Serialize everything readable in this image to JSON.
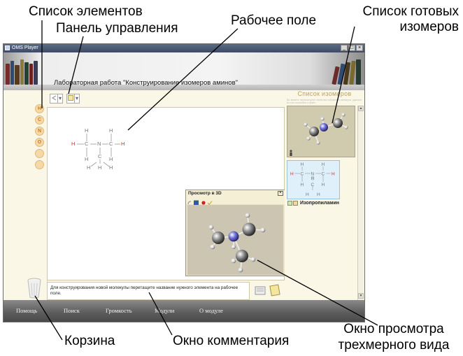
{
  "callouts": {
    "element_list": "Список элементов",
    "control_panel": "Панель управления",
    "work_field": "Рабочее поле",
    "ready_isomers_1": "Список готовых",
    "ready_isomers_2": "изомеров",
    "trash": "Корзина",
    "comment_window": "Окно комментария",
    "view3d_1": "Окно просмотра",
    "view3d_2": "трехмерного вида"
  },
  "window": {
    "title": "OMS Player",
    "minimize": "_",
    "maximize": "□",
    "close": "×"
  },
  "header": {
    "lab_title": "Лабораторная работа \"Конструирование изомеров аминов\""
  },
  "elements": [
    "H",
    "C",
    "N",
    "O"
  ],
  "toolbar": {
    "arrow_icon": "arrow-icon",
    "frame_icon": "frame-icon",
    "dropdown": "▾"
  },
  "molecule": {
    "atoms": [
      "H",
      "H",
      "H",
      "H",
      "H",
      "H",
      "H",
      "H",
      "H",
      "C",
      "C",
      "C",
      "N"
    ]
  },
  "view3d": {
    "title": "Просмотр в 3D",
    "close": "×"
  },
  "isomer_panel": {
    "title": "Список изомеров",
    "hint": "Вы можете пересмотреть свойства собранных изомеров, удалить их или сохранить в файл.",
    "isomer2_name": "Изопропиламин",
    "iso2_atoms": [
      "H",
      "C",
      "N",
      "C",
      "H",
      "H",
      "H",
      "H",
      "H",
      "H",
      "C",
      "H",
      "H"
    ]
  },
  "comment": {
    "text": "Для конструирования новой молекулы перетащите название нужного элемента на рабочее поле."
  },
  "nav": {
    "help": "Помощь",
    "search": "Поиск",
    "volume": "Громкость",
    "modules": "Модули",
    "about": "О модуле"
  },
  "colors": {
    "background": "#fbf7e6",
    "hydrogen_text": "#c23a20",
    "nitrogen_3d": "#7a7ae0",
    "nav_bar": "#5b5b5b"
  }
}
